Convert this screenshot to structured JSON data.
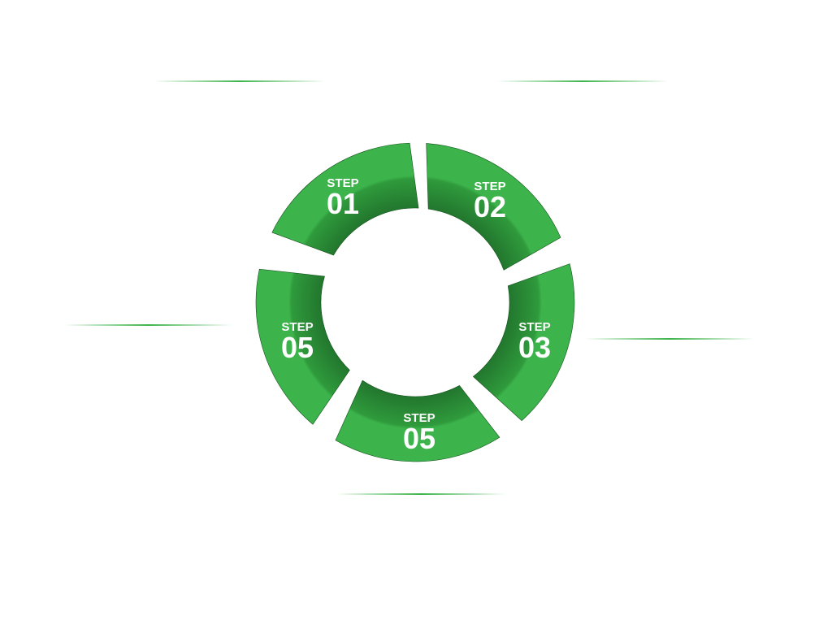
{
  "colors": {
    "green": "#3cb44b",
    "dark_green": "#247a2f",
    "line": "#3cb44b"
  },
  "steps": [
    {
      "label": "STEP",
      "number": "01"
    },
    {
      "label": "STEP",
      "number": "02"
    },
    {
      "label": "STEP",
      "number": "03"
    },
    {
      "label": "STEP",
      "number": "05"
    },
    {
      "label": "STEP",
      "number": "05"
    }
  ]
}
